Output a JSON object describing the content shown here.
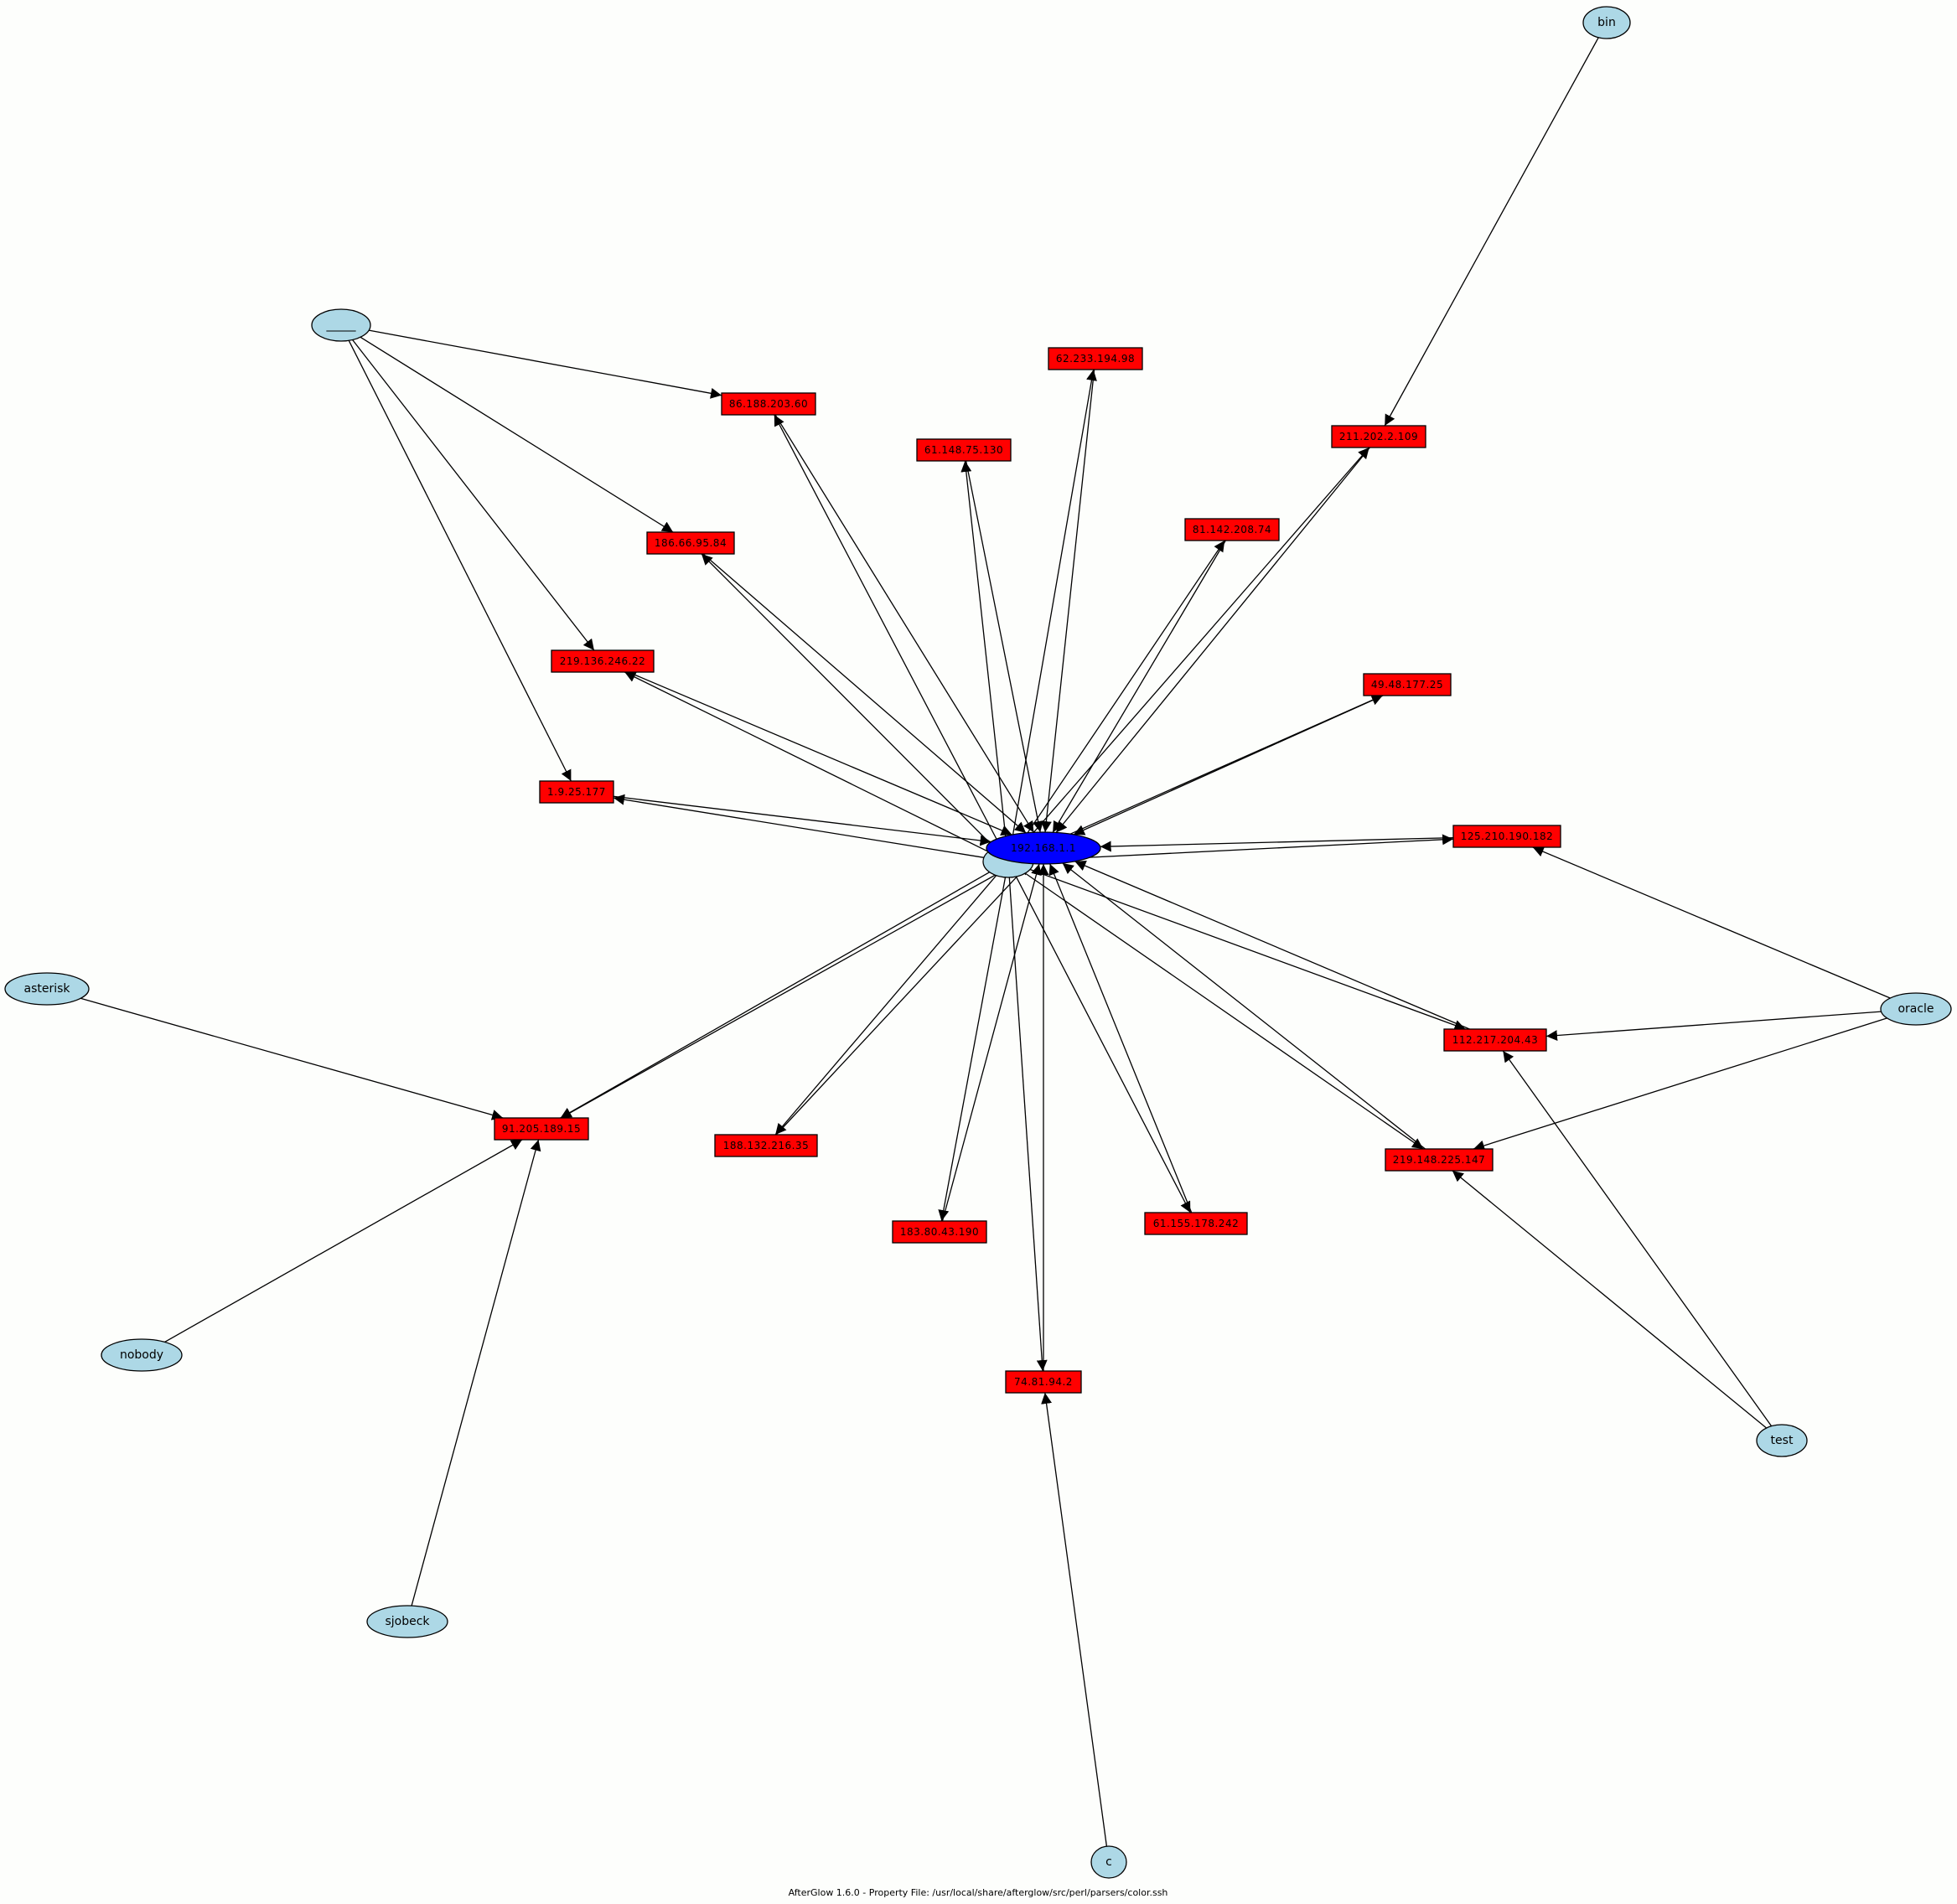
{
  "footer": "AfterGlow 1.6.0 - Property File: /usr/local/share/afterglow/src/perl/parsers/color.ssh",
  "colors": {
    "user_fill": "#add8e6",
    "ip_fill": "#ff0000",
    "center_fill": "#0000ff",
    "edge": "#000000",
    "background": "#fdfefc"
  },
  "nodes": [
    {
      "id": "bin",
      "label": "bin",
      "kind": "user"
    },
    {
      "id": "blank",
      "label": "_____",
      "kind": "user"
    },
    {
      "id": "asterisk",
      "label": "asterisk",
      "kind": "user"
    },
    {
      "id": "nobody",
      "label": "nobody",
      "kind": "user"
    },
    {
      "id": "sjobeck",
      "label": "sjobeck",
      "kind": "user"
    },
    {
      "id": "oracle",
      "label": "oracle",
      "kind": "user"
    },
    {
      "id": "test",
      "label": "test",
      "kind": "user"
    },
    {
      "id": "c",
      "label": "c",
      "kind": "user"
    },
    {
      "id": "root",
      "label": "",
      "kind": "user"
    },
    {
      "id": "center",
      "label": "192.168.1.1",
      "kind": "center"
    },
    {
      "id": "ip_62",
      "label": "62.233.194.98",
      "kind": "ip"
    },
    {
      "id": "ip_86",
      "label": "86.188.203.60",
      "kind": "ip"
    },
    {
      "id": "ip_211",
      "label": "211.202.2.109",
      "kind": "ip"
    },
    {
      "id": "ip_61a",
      "label": "61.148.75.130",
      "kind": "ip"
    },
    {
      "id": "ip_81",
      "label": "81.142.208.74",
      "kind": "ip"
    },
    {
      "id": "ip_186",
      "label": "186.66.95.84",
      "kind": "ip"
    },
    {
      "id": "ip_219a",
      "label": "219.136.246.22",
      "kind": "ip"
    },
    {
      "id": "ip_49",
      "label": "49.48.177.25",
      "kind": "ip"
    },
    {
      "id": "ip_1",
      "label": "1.9.25.177",
      "kind": "ip"
    },
    {
      "id": "ip_125",
      "label": "125.210.190.182",
      "kind": "ip"
    },
    {
      "id": "ip_112",
      "label": "112.217.204.43",
      "kind": "ip"
    },
    {
      "id": "ip_91",
      "label": "91.205.189.15",
      "kind": "ip"
    },
    {
      "id": "ip_188",
      "label": "188.132.216.35",
      "kind": "ip"
    },
    {
      "id": "ip_219b",
      "label": "219.148.225.147",
      "kind": "ip"
    },
    {
      "id": "ip_61b",
      "label": "61.155.178.242",
      "kind": "ip"
    },
    {
      "id": "ip_183",
      "label": "183.80.43.190",
      "kind": "ip"
    },
    {
      "id": "ip_74",
      "label": "74.81.94.2",
      "kind": "ip"
    }
  ],
  "edges": [
    [
      "bin",
      "ip_211"
    ],
    [
      "blank",
      "ip_86"
    ],
    [
      "blank",
      "ip_186"
    ],
    [
      "blank",
      "ip_219a"
    ],
    [
      "blank",
      "ip_1"
    ],
    [
      "asterisk",
      "ip_91"
    ],
    [
      "nobody",
      "ip_91"
    ],
    [
      "sjobeck",
      "ip_91"
    ],
    [
      "oracle",
      "ip_125"
    ],
    [
      "oracle",
      "ip_112"
    ],
    [
      "oracle",
      "ip_219b"
    ],
    [
      "test",
      "ip_112"
    ],
    [
      "test",
      "ip_219b"
    ],
    [
      "c",
      "ip_74"
    ],
    [
      "root",
      "ip_62"
    ],
    [
      "root",
      "ip_86"
    ],
    [
      "root",
      "ip_211"
    ],
    [
      "root",
      "ip_61a"
    ],
    [
      "root",
      "ip_81"
    ],
    [
      "root",
      "ip_186"
    ],
    [
      "root",
      "ip_219a"
    ],
    [
      "root",
      "ip_49"
    ],
    [
      "root",
      "ip_1"
    ],
    [
      "root",
      "ip_125"
    ],
    [
      "root",
      "ip_112"
    ],
    [
      "root",
      "ip_91"
    ],
    [
      "root",
      "ip_188"
    ],
    [
      "root",
      "ip_219b"
    ],
    [
      "root",
      "ip_61b"
    ],
    [
      "root",
      "ip_183"
    ],
    [
      "root",
      "ip_74"
    ],
    [
      "ip_62",
      "center"
    ],
    [
      "ip_86",
      "center"
    ],
    [
      "ip_211",
      "center"
    ],
    [
      "ip_61a",
      "center"
    ],
    [
      "ip_81",
      "center"
    ],
    [
      "ip_186",
      "center"
    ],
    [
      "ip_219a",
      "center"
    ],
    [
      "ip_49",
      "center"
    ],
    [
      "ip_1",
      "center"
    ],
    [
      "ip_125",
      "center"
    ],
    [
      "ip_112",
      "center"
    ],
    [
      "ip_91",
      "center"
    ],
    [
      "ip_188",
      "center"
    ],
    [
      "ip_219b",
      "center"
    ],
    [
      "ip_61b",
      "center"
    ],
    [
      "ip_183",
      "center"
    ],
    [
      "ip_74",
      "center"
    ]
  ]
}
